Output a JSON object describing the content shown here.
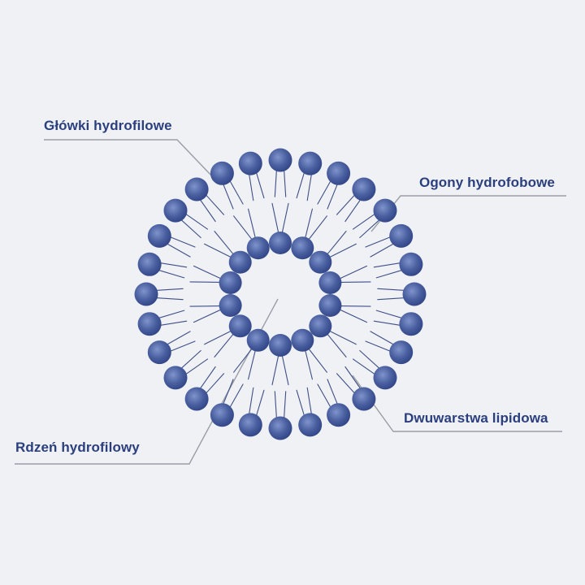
{
  "labels": {
    "heads": "Główki hydrofilowe",
    "tails": "Ogony hydrofobowe",
    "bilayer": "Dwuwarstwa lipidowa",
    "core": "Rdzeń hydrofilowy"
  },
  "structure": {
    "outer_layer_count": 28,
    "inner_layer_count": 14
  },
  "colors": {
    "background": "#eff1f4",
    "head": "#3d5294",
    "head_highlight": "#7f93cc",
    "tail": "#3f4f86",
    "label_text": "#2b3f7e",
    "leader_line": "#9a9ea6"
  }
}
